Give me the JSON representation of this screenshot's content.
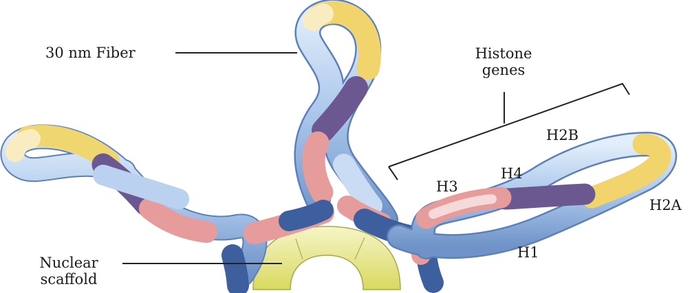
{
  "labels": {
    "fiber": "30 nm Fiber",
    "histone_line1": "Histone",
    "histone_line2": "genes",
    "h2b": "H2B",
    "h4": "H4",
    "h3": "H3",
    "h2a": "H2A",
    "h1": "H1",
    "scaffold_line1": "Nuclear",
    "scaffold_line2": "scaffold"
  },
  "colors": {
    "blue": "#a9c6ea",
    "blue_light": "#dce9f8",
    "blue_dark": "#3d5f9f",
    "purple": "#6e5c96",
    "pink": "#e89a9a",
    "pink_light": "#f6dada",
    "yellow": "#f3dc78",
    "yellow_light": "#fbf1c4",
    "scaffold": "#e4e77e",
    "line": "#222222"
  }
}
